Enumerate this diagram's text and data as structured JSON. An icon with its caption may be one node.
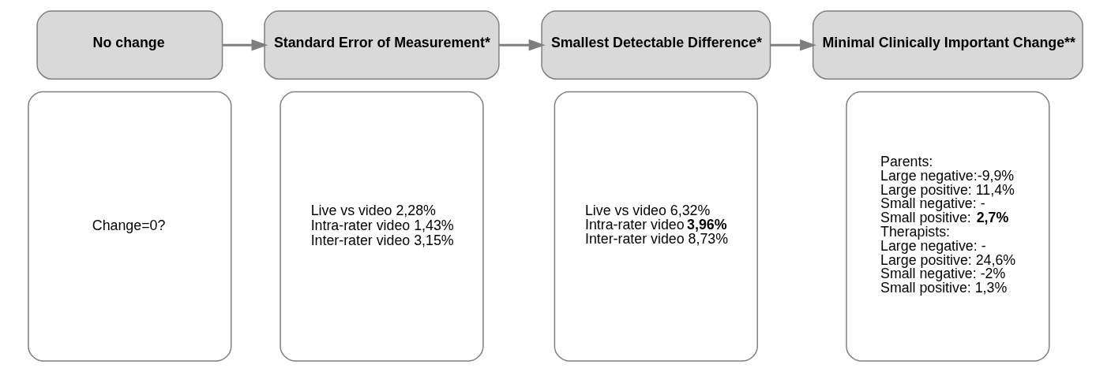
{
  "diagram": {
    "nodes": [
      {
        "text": [
          "No change"
        ]
      },
      {
        "text": [
          "Change=0?"
        ]
      },
      {
        "text": [
          "Standard Error of Measurement*"
        ]
      },
      {
        "text": [
          "Live vs video 2,28%",
          "Intra-rater video 1,43%",
          "Inter-rater video 3,15%"
        ]
      },
      {
        "text": [
          "Smallest Detectable Difference*"
        ]
      },
      {
        "text": [
          "Live vs video 6,32%",
          "Intra-rater video **3,96%**",
          "Inter-rater video 8,73%"
        ]
      },
      {
        "text": [
          "Minimal Clinically Important Change**"
        ]
      },
      {
        "text": [
          "Parents:",
          "Large negative:-9,9%",
          "Large positive: 11,4%",
          "Small negative: -",
          "Small positive: **2,7%**",
          "Therapists:",
          "Large negative: -",
          "Large positive: 24,6%",
          "Small negative: -2%",
          "Small positive: 1,3%"
        ]
      }
    ],
    "edges": [
      {
        "from": 0,
        "to": 2,
        "arrow": "to"
      },
      {
        "from": 2,
        "to": 4,
        "arrow": "to"
      },
      {
        "from": 4,
        "to": 6,
        "arrow": "to"
      }
    ]
  }
}
